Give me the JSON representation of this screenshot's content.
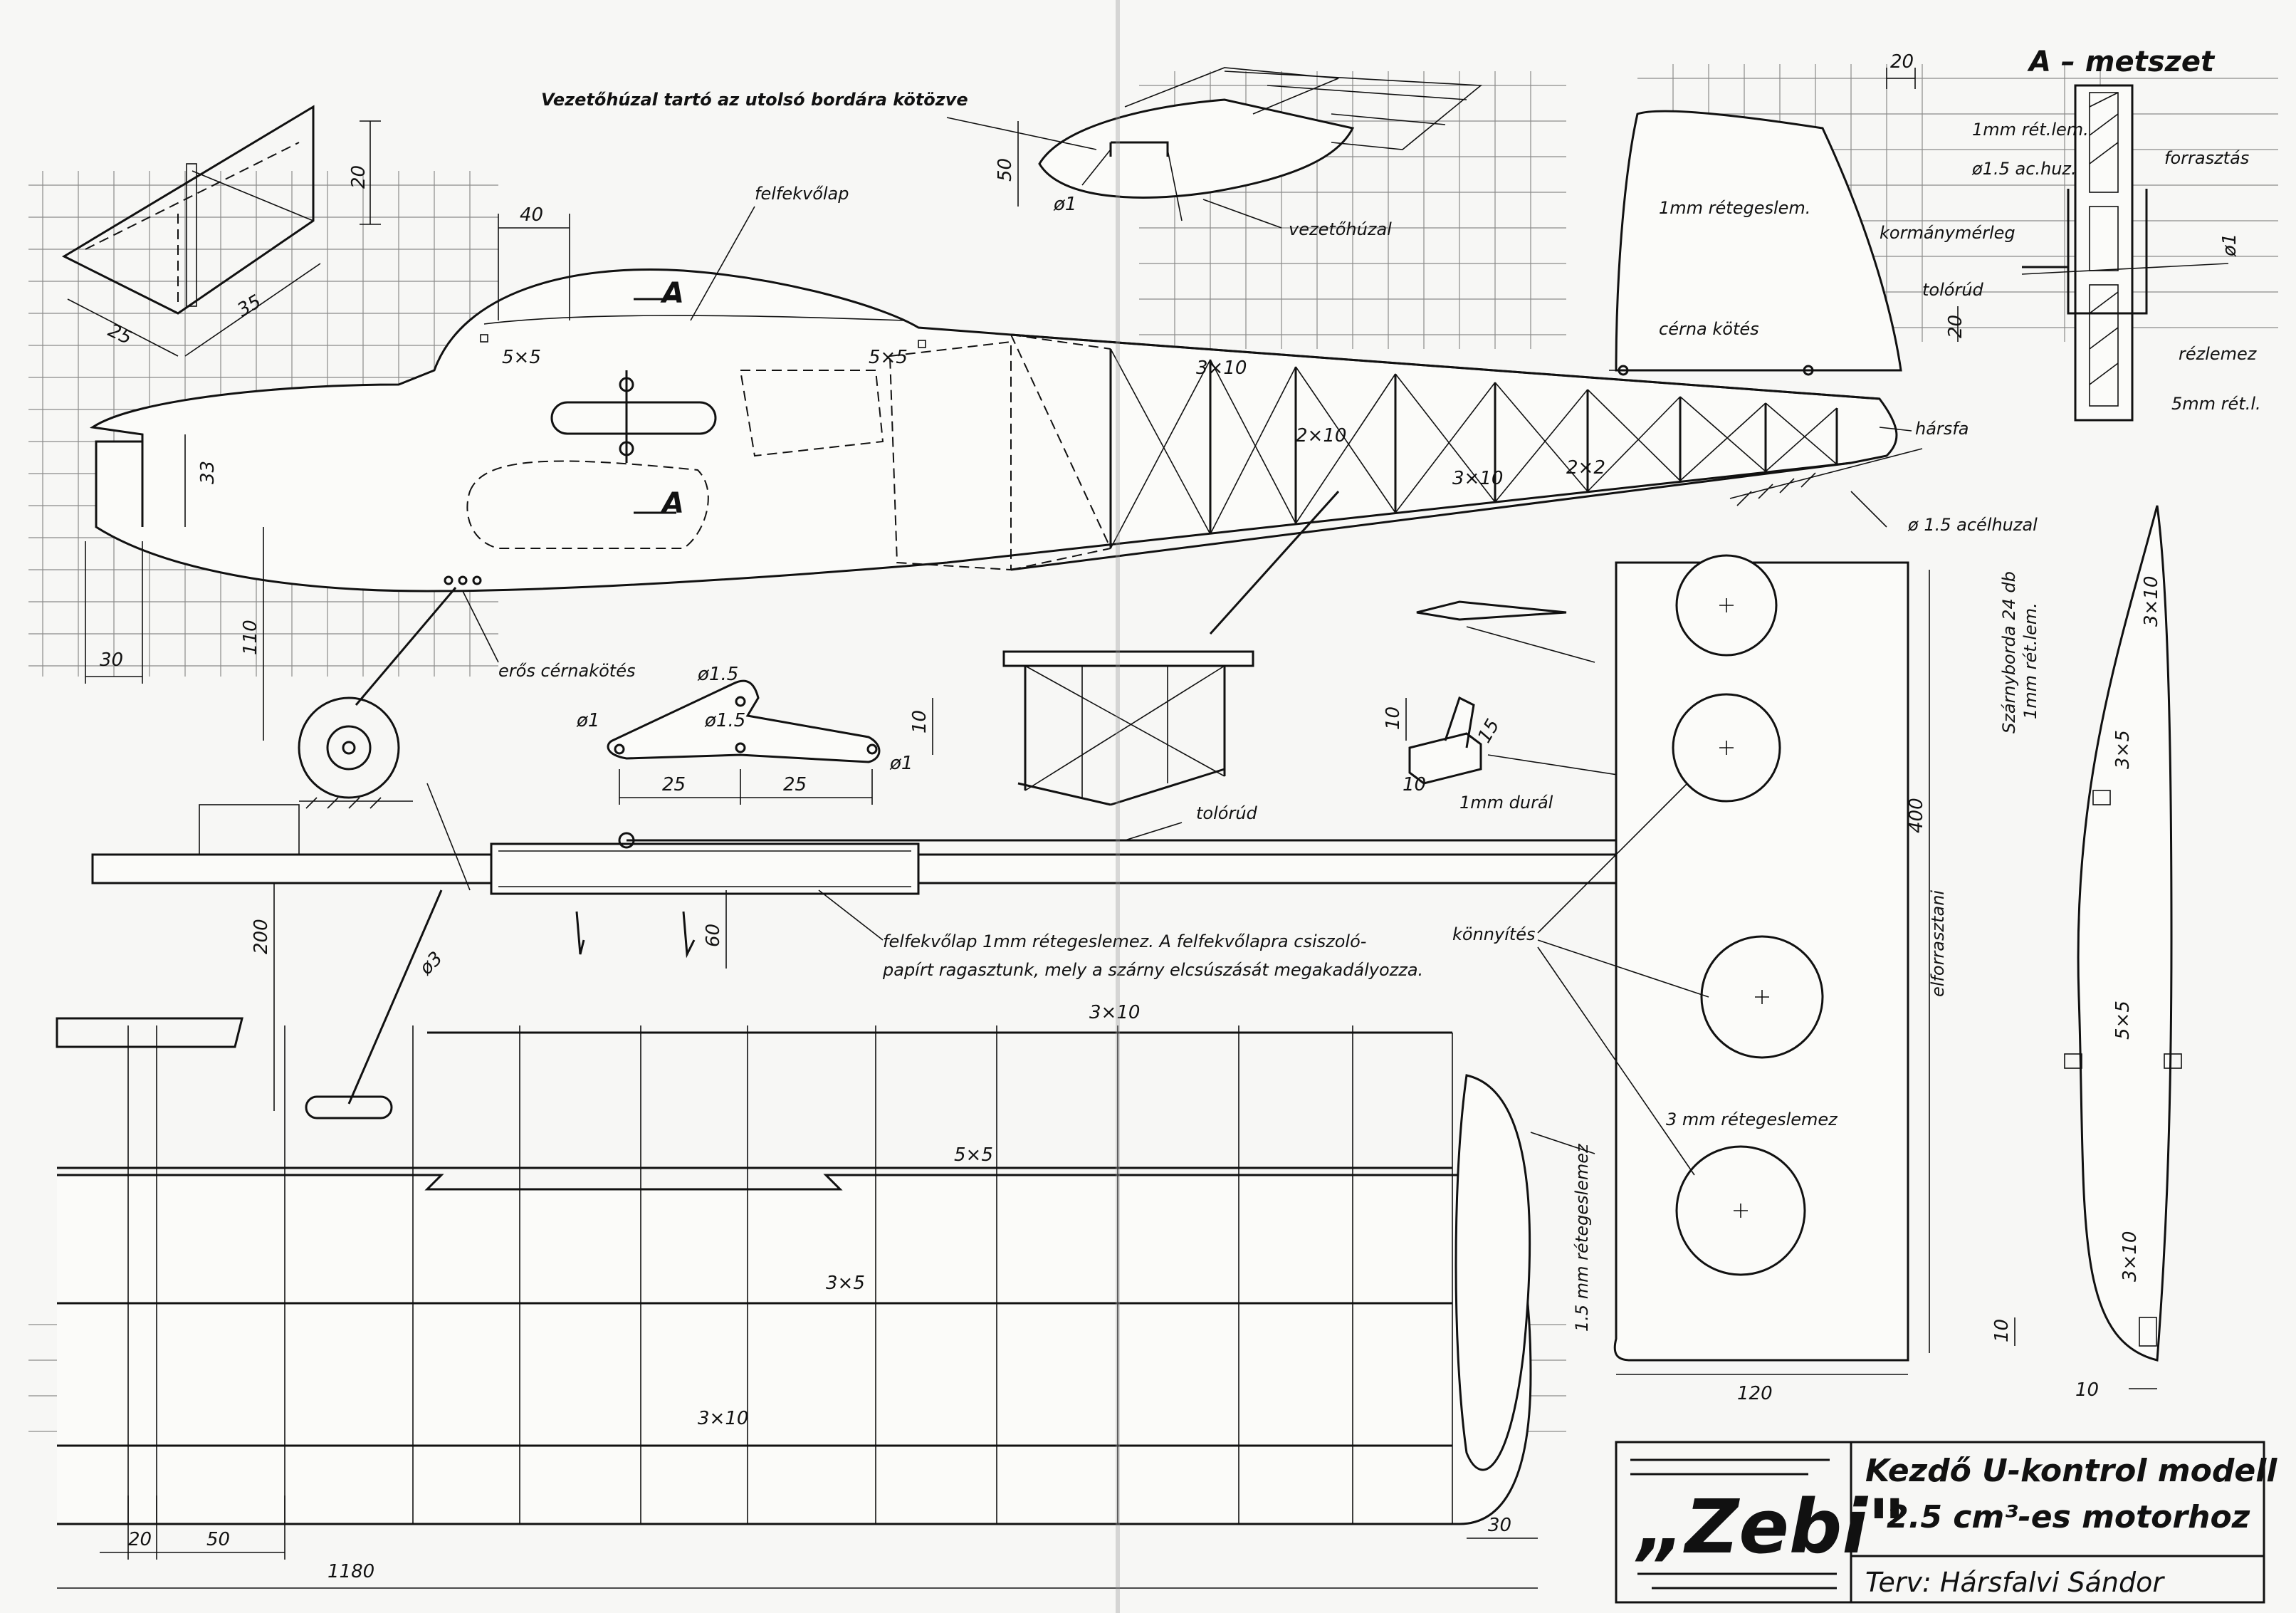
{
  "title_block": {
    "logo_text": "„Zebi\"",
    "title_line1": "Kezdő U-kontrol modell",
    "title_line2": "2.5 cm³-es motorhoz",
    "designer": "Terv: Hársfalvi Sándor"
  },
  "section": {
    "title": "A – metszet",
    "labels": {
      "ply1": "1mm rét.lem.",
      "wire": "ø1.5 ac.huz.",
      "solder": "forrasztás",
      "bellcrank": "kormánymérleg",
      "pushrod": "tolórúd",
      "copper": "rézlemez",
      "ply5": "5mm rét.l.",
      "dim_top": "20",
      "dim_side": "20",
      "dim_d1": "ø1"
    }
  },
  "fuselage": {
    "labels": {
      "wire_holder": "Vezetőhúzal tartó az utolsó bordára kötözve",
      "lead_wire": "vezetőhúzal",
      "wing_seat": "felfekvőlap",
      "section_mark_top": "A",
      "section_mark_bottom": "A",
      "strong_tie": "erős cérnakötés",
      "thread_tie": "cérna kötés",
      "fin_ply": "1mm rétegeslem.",
      "hardwood": "hársfa",
      "steel_wire": "ø 1.5 acélhuzal",
      "sq_left": "5×5",
      "sq_right": "5×5",
      "strut_3x10": "3×10",
      "strut_2x10": "2×10",
      "strut_3x10b": "3×10",
      "strut_2x2": "2×2"
    },
    "dims": {
      "d40": "40",
      "d33": "33",
      "d30": "30",
      "d110": "110",
      "d50": "50",
      "d_phi1": "ø1"
    }
  },
  "small_part": {
    "d20": "20",
    "d25": "25",
    "d35": "35"
  },
  "bellcrank_plate": {
    "labels": {
      "h15a": "ø1.5",
      "h15b": "ø1.5",
      "h1a": "ø1",
      "h1b": "ø1"
    },
    "dims": {
      "a": "25",
      "b": "25",
      "h": "10"
    }
  },
  "bracket": {
    "d10a": "10",
    "d10b": "10",
    "d15": "15",
    "material": "1mm durál"
  },
  "pushrod_view": {
    "label_pushrod": "tolórúd",
    "note_line1": "felfekvőlap 1mm rétegeslemez. A felfekvőlapra csiszoló-",
    "note_line2": "papírt ragasztunk, mely a szárny elcsúszását megakadályozza.",
    "d60": "60",
    "d200": "200",
    "d_phi3": "ø3",
    "lightening": "könnyítés",
    "soldered": "elforrasztani"
  },
  "wing": {
    "labels": {
      "spar_top": "5×5",
      "spar_mid": "3×5",
      "spar_bottom": "3×10",
      "spar_tip": "3×10",
      "tip_ply": "1.5 mm rétegeslemez"
    },
    "dims": {
      "d20": "20",
      "d50": "50",
      "d1180": "1180",
      "d30": "30"
    }
  },
  "tailplane": {
    "label_ply": "3 mm rétegeslemez",
    "d400": "400",
    "d120": "120"
  },
  "rib": {
    "title_a": "Szárnyborda 24 db",
    "title_b": "1mm rét.lem.",
    "s1": "3×10",
    "s2": "3×5",
    "s3": "5×5",
    "s4": "3×10",
    "d10a": "10",
    "d10b": "10"
  }
}
